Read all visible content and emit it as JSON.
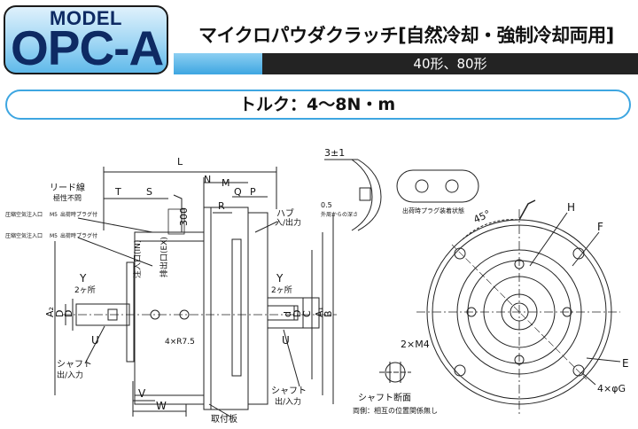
{
  "header": {
    "model_label": "MODEL",
    "model_name": "OPC-A",
    "product_title": "マイクロパウダクラッチ[自然冷却・強制冷却両用]",
    "sizes": "40形、80形",
    "torque": "トルク：4〜8N・m"
  },
  "side_view": {
    "dims_top": [
      "L",
      "T",
      "S",
      "N",
      "M",
      "Q",
      "P",
      "R"
    ],
    "lead_wire": "リード線",
    "lead_wire_note": "極性不問",
    "lead_len": "300",
    "hub_label": "ハブ",
    "hub_io": "入/出力",
    "inlet_note_1": "圧縮空気注入口",
    "inlet_spec_1": "M5",
    "inlet_plug_1": "出荷時プラグ付",
    "inlet_note_2": "圧縮空気注入口",
    "inlet_spec_2": "M5",
    "inlet_plug_2": "出荷時プラグ付",
    "port_in": "注入口(IN)",
    "port_ex": "排出口(EX)",
    "left_y": "Y",
    "left_two": "2ヶ所",
    "left_a2": "A₂",
    "left_d1": "D",
    "left_d2": "D",
    "left_u": "U",
    "right_y": "Y",
    "right_two": "2ヶ所",
    "right_d": "d",
    "right_d2": "D",
    "right_c": "C",
    "right_a1": "A₁",
    "right_b": "B",
    "right_u": "U",
    "radius": "4×R7.5",
    "shaft_left": "シャフト",
    "shaft_left_io": "出/入力",
    "shaft_right": "シャフト",
    "shaft_right_io": "出/入力",
    "dim_v": "V",
    "dim_w": "W",
    "mount_plate": "取付板"
  },
  "detail": {
    "dim_31": "3±1",
    "depth": "0.5",
    "depth_note": "外周からの深さ",
    "plug_note": "出荷時プラグ装着状態"
  },
  "section": {
    "title": "シャフト断面",
    "label": "2×M4",
    "note": "両側：相互の位置関係無し"
  },
  "front_view": {
    "angle": "45°",
    "h": "H",
    "f": "F",
    "e": "E",
    "holes": "4×φG"
  }
}
